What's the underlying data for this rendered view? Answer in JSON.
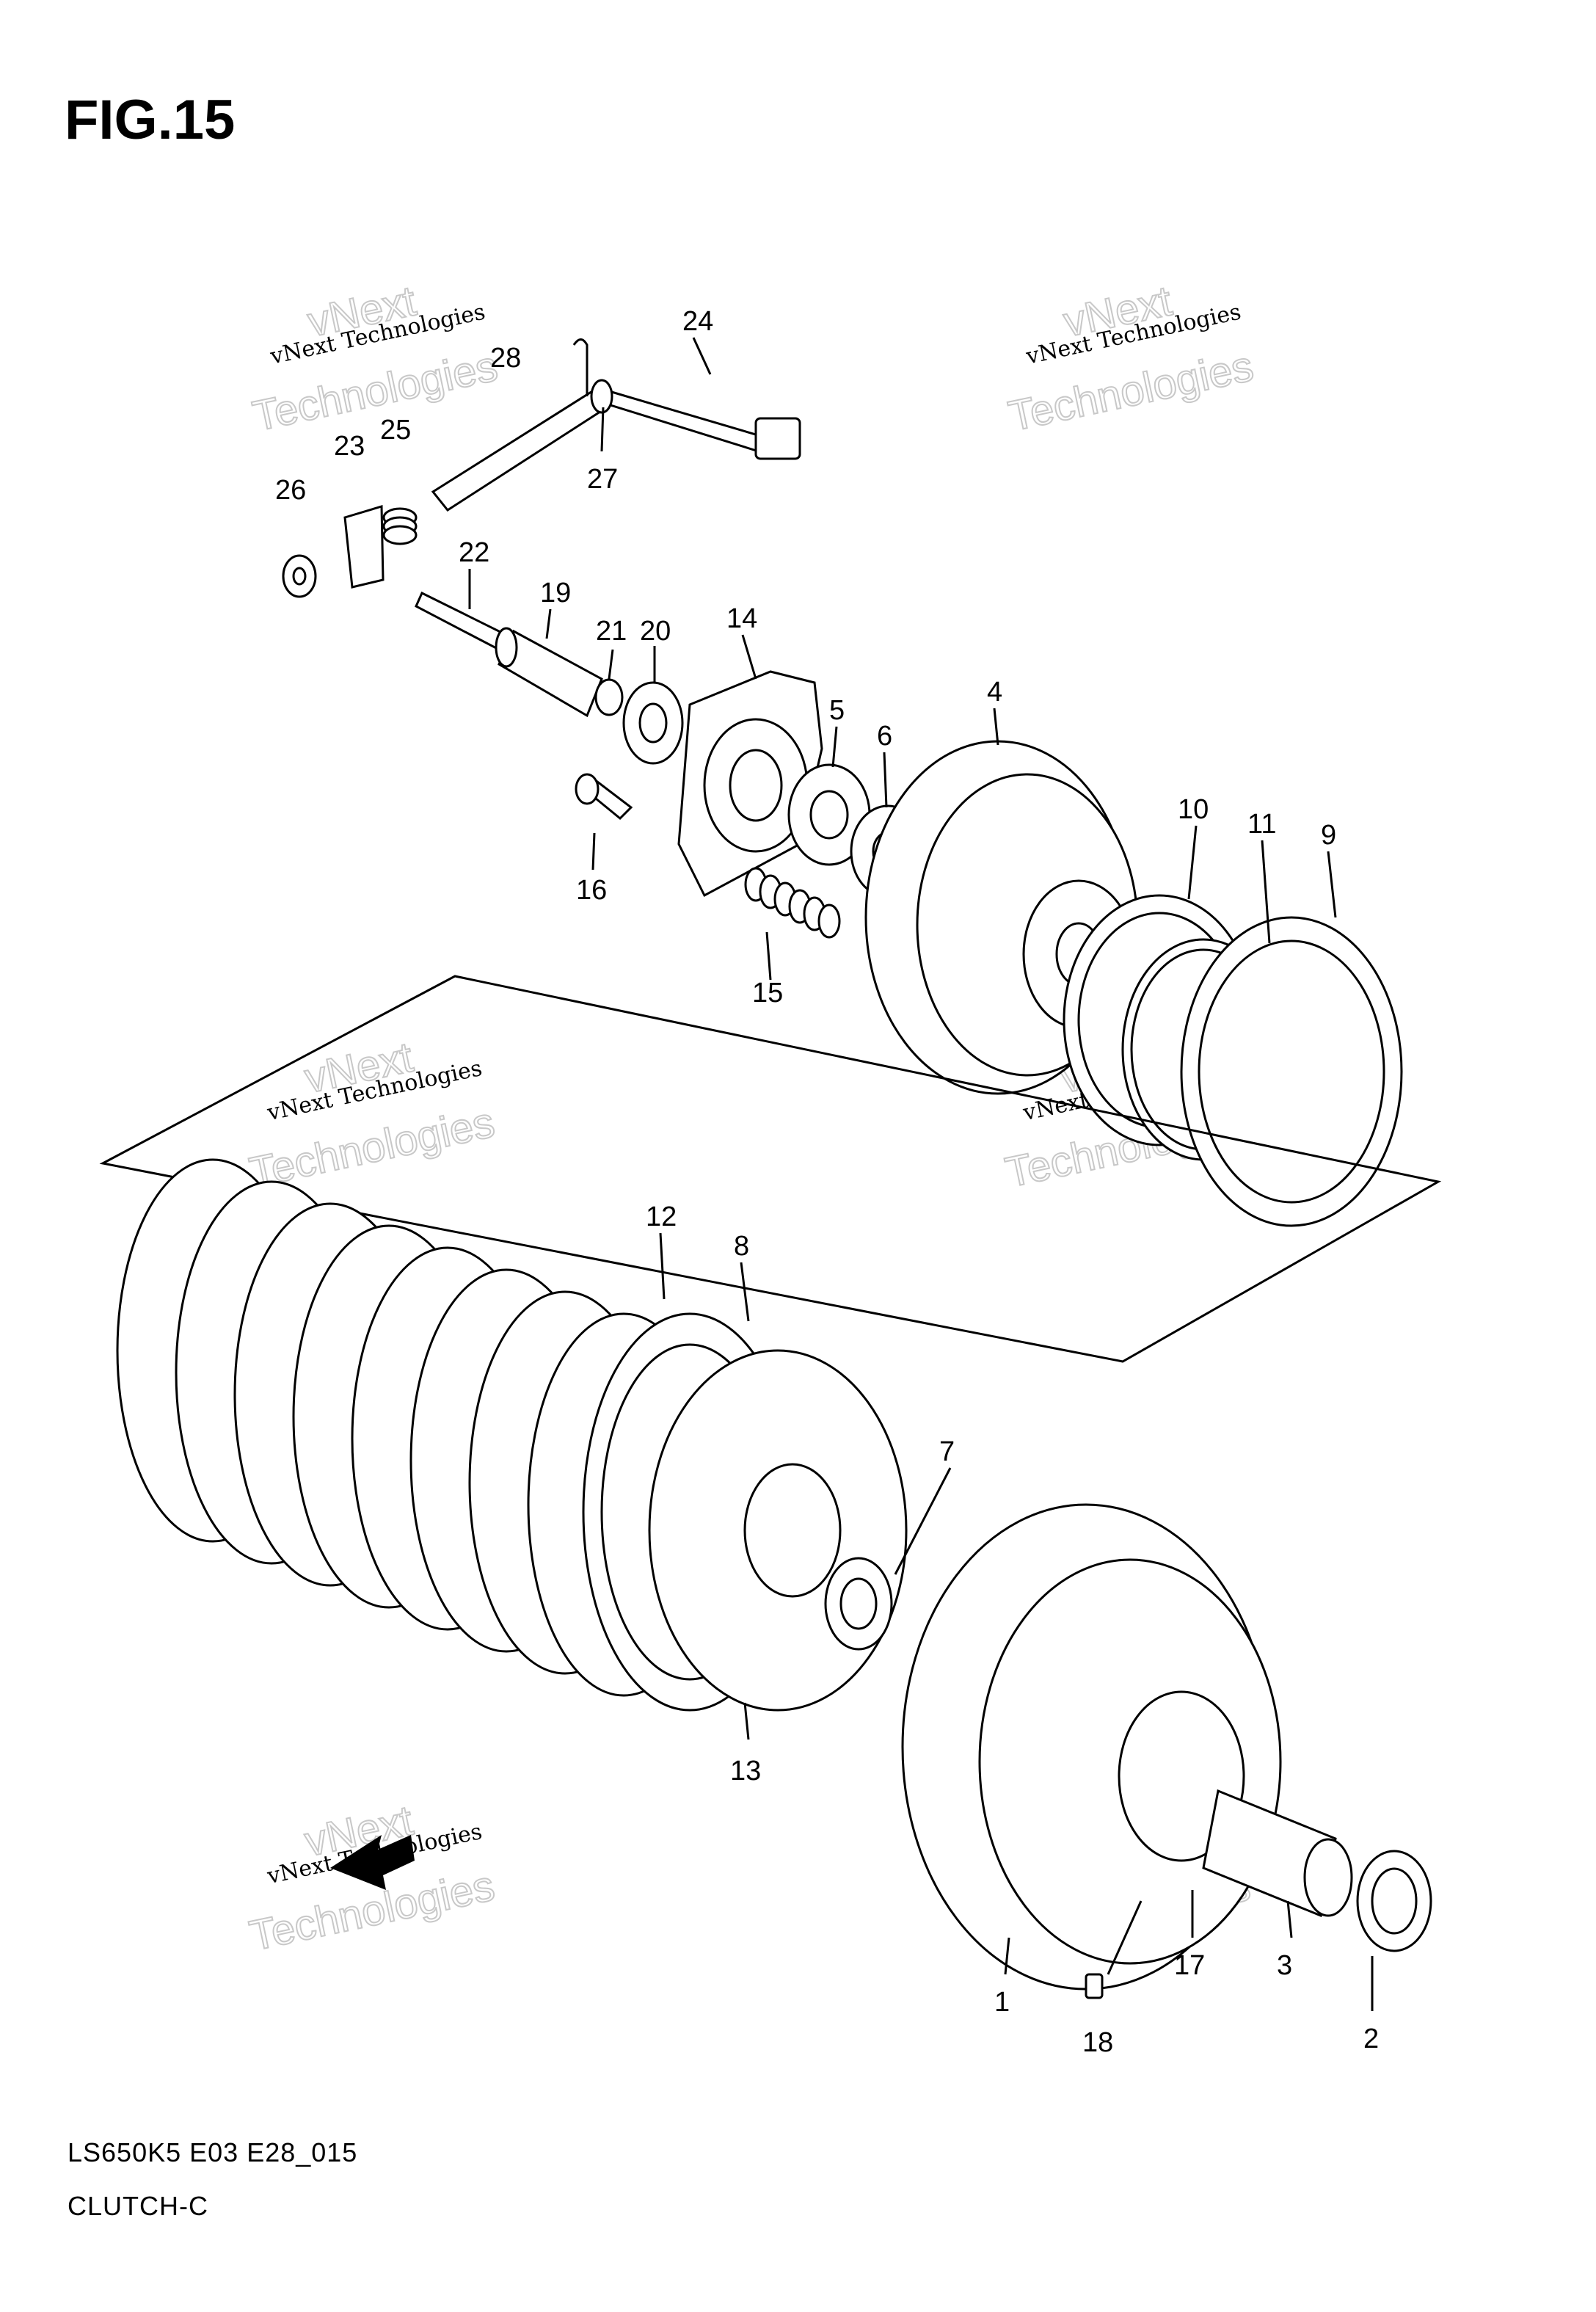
{
  "figure": {
    "title": "FIG.15",
    "model_code": "LS650K5 E03 E28_015",
    "section_name": "CLUTCH-C"
  },
  "watermark": {
    "line_small": "vNext Technologies",
    "line_big": "Technologies",
    "line_top": "vNext"
  },
  "part_callouts": [
    "1",
    "2",
    "3",
    "4",
    "5",
    "6",
    "7",
    "8",
    "9",
    "10",
    "11",
    "12",
    "13",
    "14",
    "15",
    "16",
    "17",
    "18",
    "19",
    "20",
    "21",
    "22",
    "23",
    "24",
    "25",
    "26",
    "27",
    "28"
  ],
  "icons": [
    "fwd-arrow-icon"
  ]
}
